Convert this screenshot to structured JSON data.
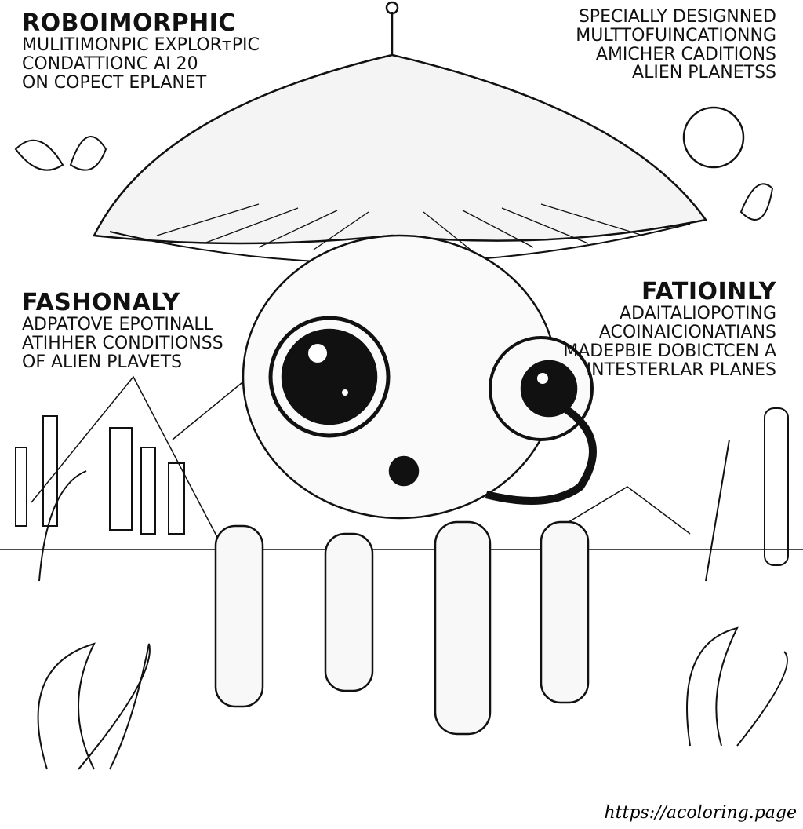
{
  "blocks": {
    "top_left": {
      "heading": "ROBOIMORPHIC",
      "lines": [
        "MULITIMONPIC EXPLORтPIC",
        "CONDATTIONC AI  20",
        "ON COPECT EPLANET"
      ]
    },
    "top_right": {
      "lines": [
        "SPECIALLY DESIGNNED",
        "MULTTOFUINCATIONNG",
        "AMICHER CADITIONS",
        "ALIEN  PLANETSS"
      ]
    },
    "mid_left": {
      "heading": "FASHONALY",
      "lines": [
        "ADPATOVE  EPOTINALL",
        "ATIHHER CONDITIONSS",
        "OF  ALIEN  PLAVETS"
      ]
    },
    "mid_right": {
      "heading": "FATIOINLY",
      "lines": [
        "ADAITALIOPOTING",
        "ACOINAICIONATIANS",
        "MADEPBIE DOBICTCEN A",
        "INTESTERLAR PLANES"
      ]
    }
  },
  "watermark": "https://acoloring.page"
}
